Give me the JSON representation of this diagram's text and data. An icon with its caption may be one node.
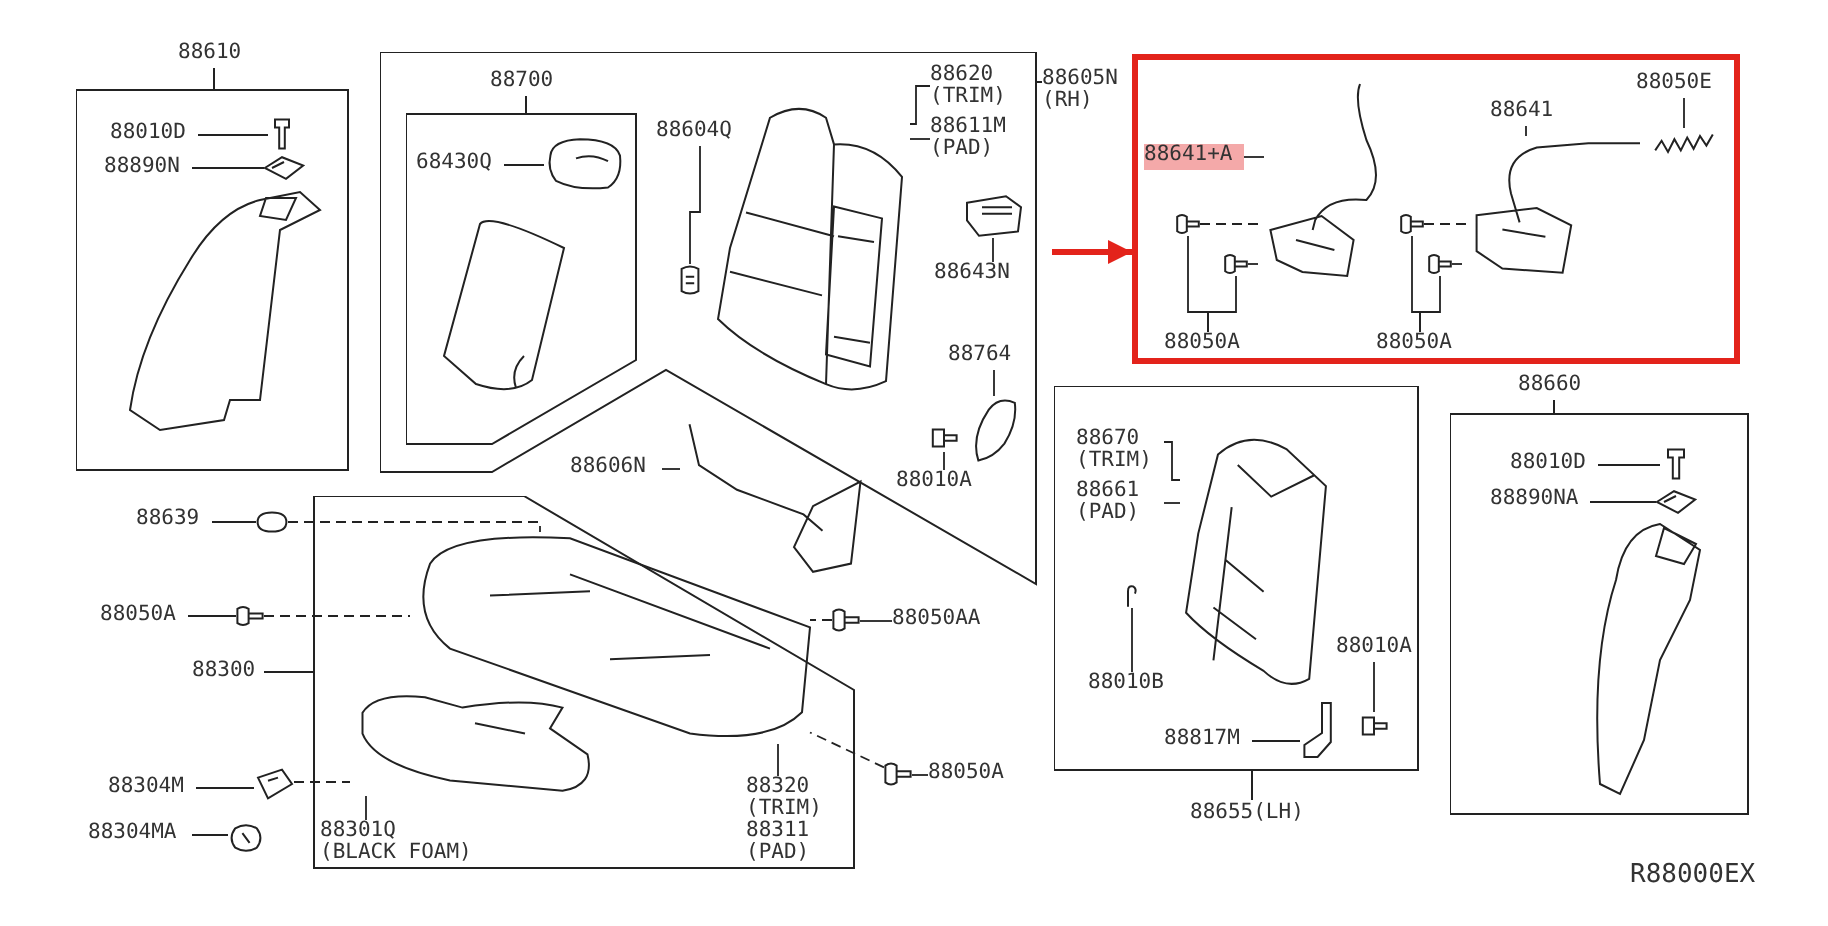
{
  "diagram": {
    "nodes": [
      {
        "text": [
          "88610"
        ]
      },
      {
        "text": [
          "88010D"
        ],
        "in": 0
      },
      {
        "text": [],
        "shape": "picture",
        "in": 0
      },
      {
        "text": [
          "88890N"
        ],
        "in": 0
      },
      {
        "text": [],
        "shape": "picture",
        "in": 0
      },
      {
        "text": [
          "88605N(RH)"
        ]
      },
      {
        "text": [
          "88700"
        ],
        "in": 5
      },
      {
        "text": [
          "68430Q"
        ],
        "in": 6
      },
      {
        "text": [],
        "shape": "picture",
        "in": 6
      },
      {
        "text": [
          "88604Q"
        ],
        "in": 5
      },
      {
        "text": [],
        "shape": "picture",
        "in": 5
      },
      {
        "text": [],
        "shape": "picture",
        "in": 5
      },
      {
        "text": [
          "88620 (TRIM)"
        ],
        "in": 5
      },
      {
        "text": [
          "88611M (PAD)"
        ],
        "in": 5
      },
      {
        "text": [
          "88643N"
        ],
        "in": 5
      },
      {
        "text": [],
        "shape": "picture",
        "in": 5
      },
      {
        "text": [
          "88764"
        ],
        "in": 5
      },
      {
        "text": [],
        "shape": "picture",
        "in": 5
      },
      {
        "text": [],
        "shape": "picture",
        "in": 5
      },
      {
        "text": [
          "88010A"
        ],
        "in": 5
      },
      {
        "text": [
          "88606N"
        ]
      },
      {
        "text": [],
        "shape": "picture"
      },
      {
        "text": [],
        "shape": "box"
      },
      {
        "text": [
          "88641+A"
        ],
        "in": 22
      },
      {
        "text": [],
        "shape": "picture",
        "in": 22
      },
      {
        "text": [
          "88641"
        ],
        "in": 22
      },
      {
        "text": [],
        "shape": "picture",
        "in": 22
      },
      {
        "text": [
          "88050E"
        ],
        "in": 22
      },
      {
        "text": [],
        "shape": "picture",
        "in": 22
      },
      {
        "text": [],
        "shape": "picture",
        "in": 22
      },
      {
        "text": [],
        "shape": "picture",
        "in": 22
      },
      {
        "text": [],
        "shape": "picture",
        "in": 22
      },
      {
        "text": [],
        "shape": "picture",
        "in": 22
      },
      {
        "text": [
          "88050A"
        ],
        "in": 22
      },
      {
        "text": [
          "88050A"
        ],
        "in": 22
      },
      {
        "text": [
          "88655(LH)"
        ]
      },
      {
        "text": [
          "88670 (TRIM)"
        ],
        "in": 35
      },
      {
        "text": [
          "88661 (PAD)"
        ],
        "in": 35
      },
      {
        "text": [],
        "shape": "picture",
        "in": 35
      },
      {
        "text": [],
        "shape": "picture",
        "in": 35
      },
      {
        "text": [
          "88010B"
        ],
        "in": 35
      },
      {
        "text": [
          "88010A"
        ],
        "in": 35
      },
      {
        "text": [],
        "shape": "picture",
        "in": 35
      },
      {
        "text": [
          "88817M"
        ],
        "in": 35
      },
      {
        "text": [],
        "shape": "picture",
        "in": 35
      },
      {
        "text": [
          "88660"
        ]
      },
      {
        "text": [
          "88010D"
        ],
        "in": 45
      },
      {
        "text": [],
        "shape": "picture",
        "in": 45
      },
      {
        "text": [
          "88890NA"
        ],
        "in": 45
      },
      {
        "text": [],
        "shape": "picture",
        "in": 45
      },
      {
        "text": [
          "88300"
        ]
      },
      {
        "text": [
          "88639"
        ]
      },
      {
        "text": [],
        "shape": "picture"
      },
      {
        "text": [
          "88050A"
        ]
      },
      {
        "text": [],
        "shape": "picture"
      },
      {
        "text": [
          "88304M"
        ]
      },
      {
        "text": [],
        "shape": "picture"
      },
      {
        "text": [
          "88304MA"
        ]
      },
      {
        "text": [],
        "shape": "picture"
      },
      {
        "text": [],
        "shape": "picture",
        "in": 50
      },
      {
        "text": [],
        "shape": "picture",
        "in": 50
      },
      {
        "text": [
          "88301Q (BLACK FOAM)"
        ],
        "in": 50
      },
      {
        "text": [
          "88320 (TRIM)"
        ],
        "in": 50
      },
      {
        "text": [
          "88311 (PAD)"
        ],
        "in": 50
      },
      {
        "text": [],
        "shape": "picture"
      },
      {
        "text": [
          "88050AA"
        ]
      },
      {
        "text": [],
        "shape": "picture"
      },
      {
        "text": [
          "88050A"
        ]
      }
    ],
    "edges": [
      {
        "from": 1,
        "to": 2,
        "arrow": "none"
      },
      {
        "from": 3,
        "to": 4,
        "arrow": "none"
      },
      {
        "from": 7,
        "to": 8,
        "arrow": "none"
      },
      {
        "from": 9,
        "to": 10,
        "arrow": "none"
      },
      {
        "from": 12,
        "to": 11,
        "arrow": "none"
      },
      {
        "from": 13,
        "to": 11,
        "arrow": "none"
      },
      {
        "from": 14,
        "to": 15,
        "arrow": "none"
      },
      {
        "from": 16,
        "to": 17,
        "arrow": "none"
      },
      {
        "from": 19,
        "to": 18,
        "arrow": "none"
      },
      {
        "from": 20,
        "to": 21,
        "arrow": "none"
      },
      {
        "from": 5,
        "to": 22,
        "arrow": "to",
        "style": "thick",
        "color": "#e3231b"
      },
      {
        "from": 23,
        "to": 24,
        "arrow": "none"
      },
      {
        "from": 25,
        "to": 26,
        "arrow": "none"
      },
      {
        "from": 27,
        "to": 28,
        "arrow": "none"
      },
      {
        "from": 33,
        "to": 29,
        "arrow": "none"
      },
      {
        "from": 33,
        "to": 30,
        "arrow": "none"
      },
      {
        "from": 34,
        "to": 31,
        "arrow": "none"
      },
      {
        "from": 34,
        "to": 32,
        "arrow": "none"
      },
      {
        "from": 36,
        "to": 38,
        "arrow": "none"
      },
      {
        "from": 37,
        "to": 38,
        "arrow": "none"
      },
      {
        "from": 40,
        "to": 39,
        "arrow": "none"
      },
      {
        "from": 41,
        "to": 42,
        "arrow": "none"
      },
      {
        "from": 43,
        "to": 44,
        "arrow": "none"
      },
      {
        "from": 46,
        "to": 47,
        "arrow": "none"
      },
      {
        "from": 48,
        "to": 49,
        "arrow": "none"
      },
      {
        "from": 51,
        "to": 52,
        "arrow": "none"
      },
      {
        "from": 53,
        "to": 54,
        "arrow": "none"
      },
      {
        "from": 55,
        "to": 56,
        "arrow": "none"
      },
      {
        "from": 57,
        "to": 58,
        "arrow": "none"
      },
      {
        "from": 61,
        "to": 60,
        "arrow": "none"
      },
      {
        "from": 62,
        "to": 59,
        "arrow": "none"
      },
      {
        "from": 65,
        "to": 64,
        "arrow": "none"
      },
      {
        "from": 67,
        "to": 66,
        "arrow": "none"
      },
      {
        "from": 52,
        "to": 59,
        "arrow": "none",
        "style": "dashed"
      },
      {
        "from": 54,
        "to": 59,
        "arrow": "none",
        "style": "dashed"
      },
      {
        "from": 56,
        "to": 60,
        "arrow": "none",
        "style": "dashed"
      },
      {
        "from": 64,
        "to": 59,
        "arrow": "none",
        "style": "dashed"
      },
      {
        "from": 66,
        "to": 59,
        "arrow": "none",
        "style": "dashed"
      },
      {
        "from": 29,
        "to": 24,
        "arrow": "none",
        "style": "dashed"
      },
      {
        "from": 30,
        "to": 24,
        "arrow": "none",
        "style": "dashed"
      },
      {
        "from": 31,
        "to": 26,
        "arrow": "none",
        "style": "dashed"
      },
      {
        "from": 32,
        "to": 26,
        "arrow": "none",
        "style": "dashed"
      }
    ],
    "labels": [
      "R88000EX"
    ]
  }
}
